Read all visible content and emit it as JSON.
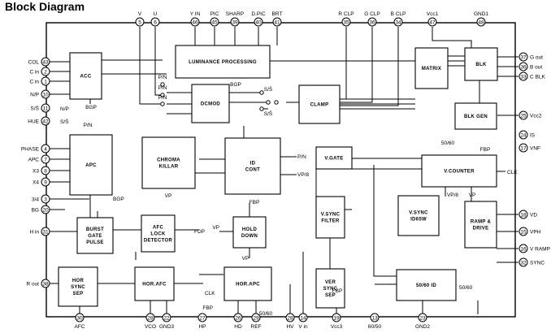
{
  "title": "Block Diagram",
  "blocks": {
    "acc": [
      "ACC"
    ],
    "lum": [
      "LUMINANCE PROCESSING"
    ],
    "matrix": [
      "MATRIX"
    ],
    "blk": [
      "BLK"
    ],
    "blkgen": [
      "BLK GEN"
    ],
    "dcmod": [
      "DCMOD"
    ],
    "clamp": [
      "CLAMP"
    ],
    "apc": [
      "APC"
    ],
    "chroma": [
      "CHROMA",
      "KILLAR"
    ],
    "idcont": [
      "ID",
      "CONT"
    ],
    "vgate": [
      "V.GATE"
    ],
    "vcounter": [
      "V.COUNTER"
    ],
    "burst": [
      "BURST",
      "GATE",
      "PULSE"
    ],
    "afclock": [
      "AFC",
      "LOCK",
      "DETECTOR"
    ],
    "hold": [
      "HOLD",
      "DOWN"
    ],
    "vsync": [
      "V.SYNC",
      "FILTER"
    ],
    "vsync2": [
      "V.SYNC",
      "ID65W"
    ],
    "ramp": [
      "RAMP &",
      "DRIVE"
    ],
    "horsync": [
      "HOR",
      "SYNC",
      "SEP"
    ],
    "horafc": [
      "HOR.AFC"
    ],
    "horapc": [
      "HOR.APC"
    ],
    "versync": [
      "VER",
      "SYNC",
      "SEP"
    ],
    "id5060": [
      "50/60 ID"
    ]
  },
  "pins": [
    {
      "n": "5",
      "label": "V"
    },
    {
      "n": "6",
      "label": "U"
    },
    {
      "n": "46",
      "label": "Y IN"
    },
    {
      "n": "45",
      "label": "PIC"
    },
    {
      "n": "39",
      "label": "SHARP"
    },
    {
      "n": "40",
      "label": "D.PIC"
    },
    {
      "n": "41",
      "label": "BRT"
    },
    {
      "n": "35",
      "label": "R CLP"
    },
    {
      "n": "36",
      "label": "G CLP"
    },
    {
      "n": "34",
      "label": "B CLP"
    },
    {
      "n": "47",
      "label": "Vcc1"
    },
    {
      "n": "48",
      "label": "GND1"
    },
    {
      "n": "43",
      "label": "COL"
    },
    {
      "n": "2",
      "label": "C in"
    },
    {
      "n": "1",
      "label": "C in"
    },
    {
      "n": "10",
      "label": "N/P"
    },
    {
      "n": "11",
      "label": "S/S̄"
    },
    {
      "n": "42",
      "label": "HUE"
    },
    {
      "n": "4",
      "label": "PHASE"
    },
    {
      "n": "7",
      "label": "APC"
    },
    {
      "n": "8",
      "label": "X3"
    },
    {
      "n": "9",
      "label": "X4"
    },
    {
      "n": "3",
      "label": "3/4"
    },
    {
      "n": "20",
      "label": "BG"
    },
    {
      "n": "31",
      "label": "H in"
    },
    {
      "n": "38",
      "label": "R out"
    },
    {
      "n": "37",
      "label": "G out"
    },
    {
      "n": "36",
      "label": "B out"
    },
    {
      "n": "33",
      "label": "C BLK"
    },
    {
      "n": "25",
      "label": "Vcc2"
    },
    {
      "n": "24",
      "label": "IS"
    },
    {
      "n": "17",
      "label": "VNF"
    },
    {
      "n": "18",
      "label": "VD"
    },
    {
      "n": "15",
      "label": "VPH"
    },
    {
      "n": "16",
      "label": "V RAMP"
    },
    {
      "n": "32",
      "label": "SYNC"
    },
    {
      "n": "30",
      "label": "AFC"
    },
    {
      "n": "28",
      "label": "VCO"
    },
    {
      "n": "22",
      "label": "GND3"
    },
    {
      "n": "27",
      "label": "HP"
    },
    {
      "n": "26",
      "label": "HD"
    },
    {
      "n": "29",
      "label": "REF"
    },
    {
      "n": "28",
      "label": "HV"
    },
    {
      "n": "14",
      "label": "V in"
    },
    {
      "n": "19",
      "label": "Vcc3"
    },
    {
      "n": "13",
      "label": "60/50"
    },
    {
      "n": "23",
      "label": "GND2"
    }
  ],
  "signals": [
    "BGP",
    "BGP",
    "N/P",
    "S/S̄",
    "P/N",
    "P/N",
    "P/N",
    "P/N",
    "S/S̄",
    "S/S̄",
    "VP",
    "P/N",
    "VP/8",
    "FBP",
    "BGP",
    "FDP",
    "VP",
    "VP",
    "CLK",
    "FBP",
    "50/60",
    "FBP",
    "50/60",
    "CLK",
    "VP/8",
    "VP",
    "50/60",
    "FBP"
  ]
}
